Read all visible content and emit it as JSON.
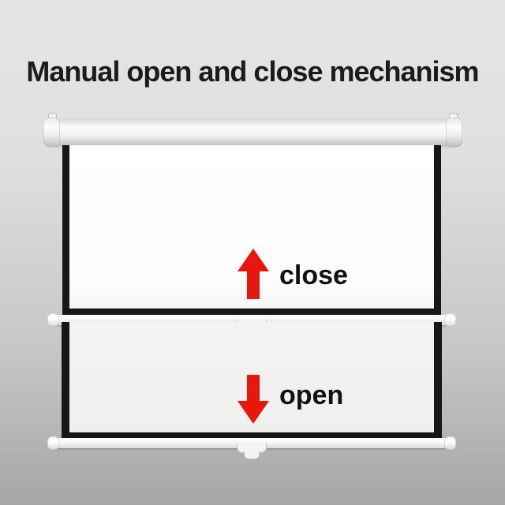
{
  "title": "Manual open and close mechanism",
  "annotations": [
    {
      "label": "close",
      "arrow_direction": "up"
    },
    {
      "label": "open",
      "arrow_direction": "down"
    }
  ],
  "colors": {
    "arrow_red": "#e8170d",
    "title_color": "#1b1b1b",
    "label_color": "#111111",
    "background_top": "#e5e5e5",
    "background_bottom": "#a6a6a6",
    "screen_frame_black": "#171717",
    "screen_closed_surface": "#ffffff",
    "screen_open_surface": "#f0efed",
    "housing_white": "#f3f3f3"
  }
}
